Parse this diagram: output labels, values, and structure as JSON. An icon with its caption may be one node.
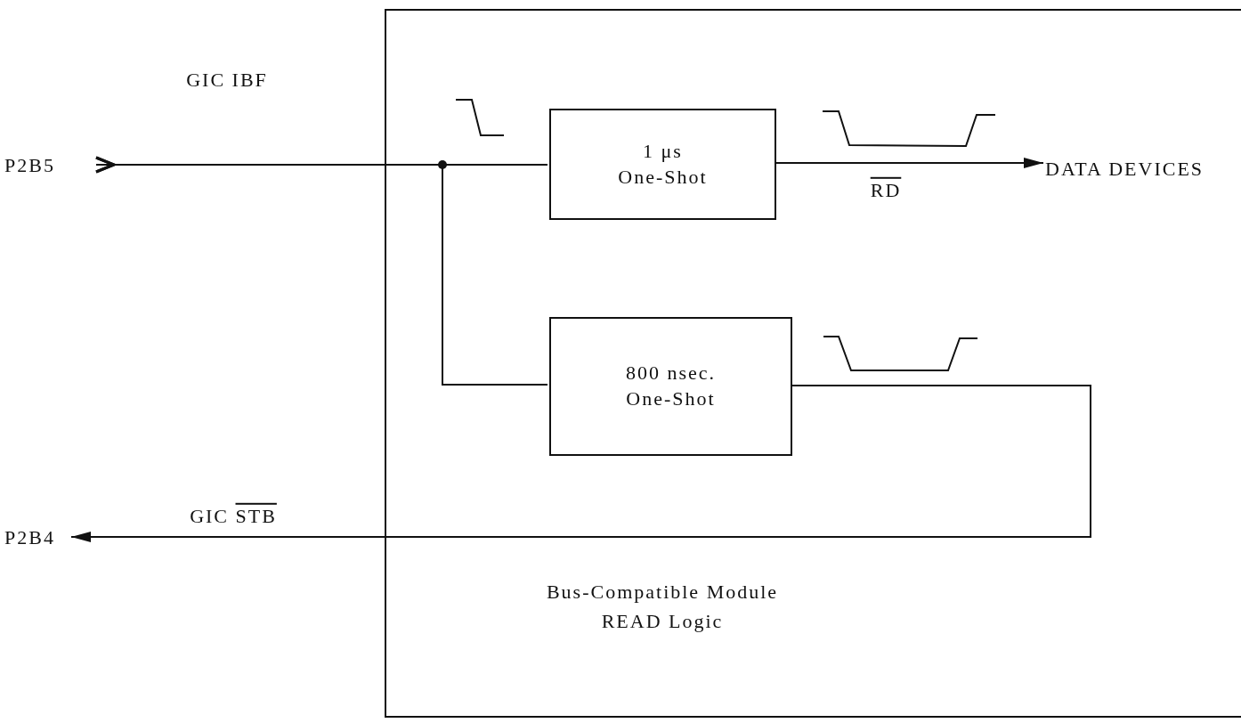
{
  "diagram": {
    "nodes": [
      {
        "text": [
          "Bus-Compatible Module READ Logic"
        ]
      },
      {
        "text": [
          "P2B5"
        ]
      },
      {
        "text": [
          "1 μs One-Shot"
        ],
        "in": 0
      },
      {
        "text": [
          "800 nsec. One-Shot"
        ],
        "in": 0
      },
      {
        "text": [
          "DATA DEVICES"
        ],
        "in": 0
      },
      {
        "text": [
          "P2B4"
        ]
      }
    ],
    "edges": [
      {
        "from": 1,
        "to": 2,
        "arrow": "other",
        "label": "GIC IBF"
      },
      {
        "from": 1,
        "to": 3,
        "arrow": "other"
      },
      {
        "from": 2,
        "to": 4,
        "arrow": "to",
        "label": "RD"
      },
      {
        "from": 3,
        "to": 5,
        "arrow": "to",
        "label": "GIC STB"
      }
    ]
  }
}
